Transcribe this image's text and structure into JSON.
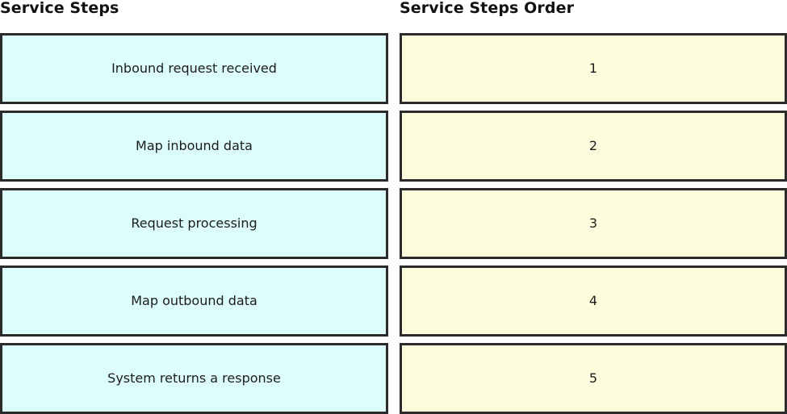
{
  "columns": {
    "steps": {
      "heading": "Service Steps",
      "items": [
        {
          "label": "Inbound request received"
        },
        {
          "label": "Map inbound data"
        },
        {
          "label": "Request processing"
        },
        {
          "label": "Map outbound data"
        },
        {
          "label": "System returns a response"
        }
      ]
    },
    "order": {
      "heading": "Service Steps Order",
      "items": [
        {
          "label": "1"
        },
        {
          "label": "2"
        },
        {
          "label": "3"
        },
        {
          "label": "4"
        },
        {
          "label": "5"
        }
      ]
    }
  },
  "colors": {
    "step_cell_fill": "#ddfdfd",
    "order_cell_fill": "#fdfddd",
    "cell_border": "#2b2b2b",
    "heading_text": "#111111",
    "cell_text": "#1c1c1c",
    "page_background": "#ffffff"
  }
}
